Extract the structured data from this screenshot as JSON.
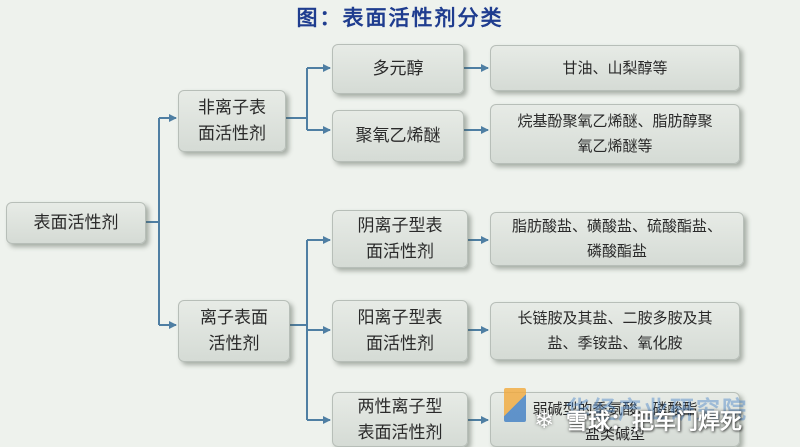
{
  "title": "图：表面活性剂分类",
  "diagram": {
    "root": "表面活性剂",
    "branches": [
      {
        "label": [
          "非离子表",
          "面活性剂"
        ],
        "children": [
          {
            "label": [
              "多元醇"
            ],
            "example": [
              "甘油、山梨醇等"
            ]
          },
          {
            "label": [
              "聚氧乙烯醚"
            ],
            "example": [
              "烷基酚聚氧乙烯醚、脂肪醇聚",
              "氧乙烯醚等"
            ]
          }
        ]
      },
      {
        "label": [
          "离子表面",
          "活性剂"
        ],
        "children": [
          {
            "label": [
              "阴离子型表",
              "面活性剂"
            ],
            "example": [
              "脂肪酸盐、磺酸盐、硫酸酯盐、",
              "磷酸酯盐"
            ]
          },
          {
            "label": [
              "阳离子型表",
              "面活性剂"
            ],
            "example": [
              "长链胺及其盐、二胺多胺及其",
              "盐、季铵盐、氧化胺"
            ]
          },
          {
            "label": [
              "两性离子型",
              "表面活性剂"
            ],
            "example": [
              "弱碱型的季氨酸、磷酸酯",
              "盐类碱型"
            ]
          }
        ]
      }
    ]
  },
  "watermark": {
    "org": "华经产业研究院",
    "platform": "雪球",
    "separator": "：",
    "user": "把车门焊死"
  },
  "colors": {
    "connector": "#4f7fa3",
    "title": "#1f3d8f",
    "node_border": "#b7beb8"
  }
}
